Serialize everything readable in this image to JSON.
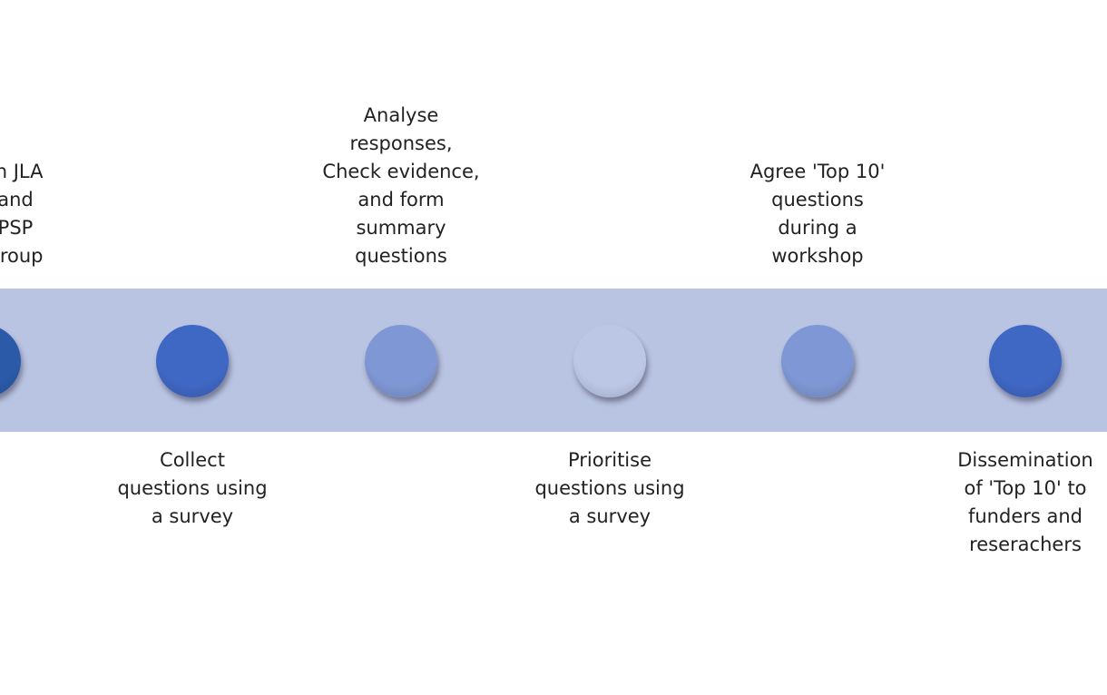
{
  "steps": [
    {
      "label": "th JLA\nand\nPSP\ngroup",
      "position": "top",
      "color": "#2a5aa8"
    },
    {
      "label": "Collect\nquestions using\na survey",
      "position": "bottom",
      "color": "#3f67c4"
    },
    {
      "label": "Analyse\nresponses,\nCheck evidence,\nand form\nsummary\nquestions",
      "position": "top",
      "color": "#7f97d4"
    },
    {
      "label": "Prioritise\nquestions using\na survey",
      "position": "bottom",
      "color": "#bcc7e6"
    },
    {
      "label": "Agree 'Top 10'\nquestions\nduring a\nworkshop",
      "position": "top",
      "color": "#7f97d4"
    },
    {
      "label": "Dissemination\nof 'Top 10' to\nfunders and\nreserachers",
      "position": "bottom",
      "color": "#3f67c4"
    }
  ],
  "colors": {
    "band": "#b9c3e2",
    "text": "#222222"
  }
}
